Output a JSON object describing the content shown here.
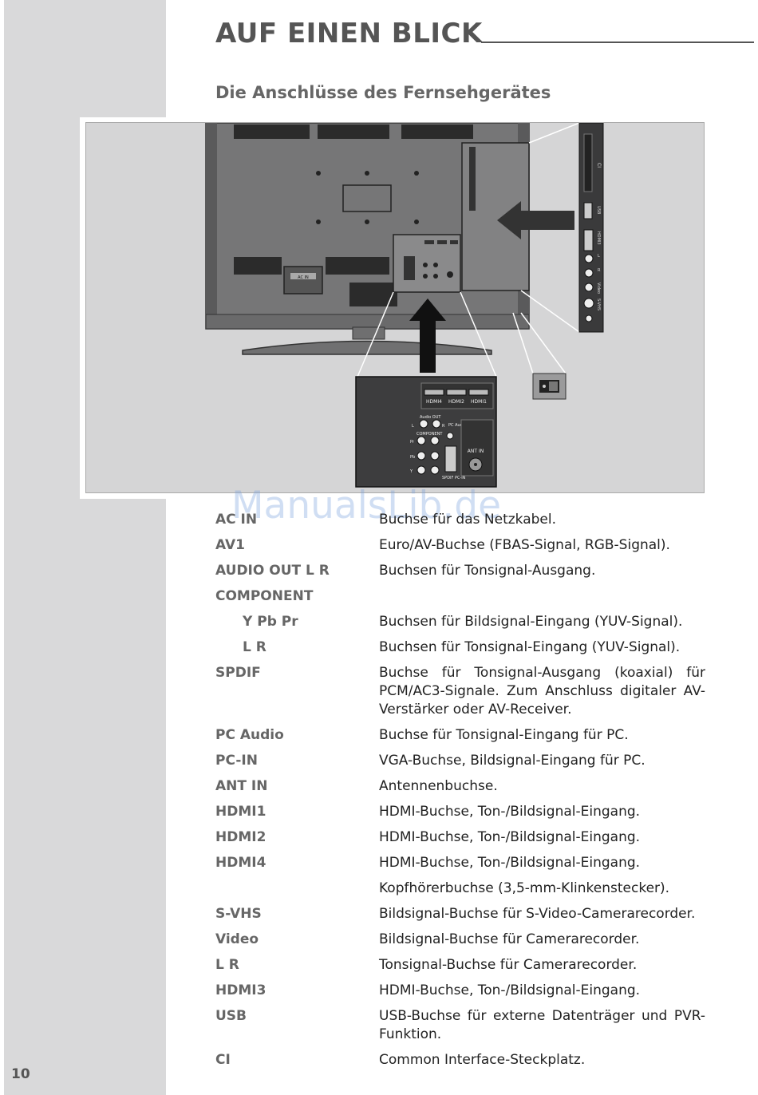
{
  "header": {
    "title": "AUF EINEN BLICK",
    "section_title": "Die Anschlüsse des Fernsehgerätes"
  },
  "page_number": "10",
  "watermark": "ManualsLib.de",
  "figure": {
    "labels": {
      "ac_in": "AC IN",
      "hdmi4": "HDMI4",
      "hdmi2": "HDMI2",
      "hdmi1": "HDMI1",
      "audio_out": "Audio OUT",
      "l": "L",
      "r": "R",
      "pc_audio": "PC Audio",
      "component": "COMPONENT",
      "pr": "Pr",
      "pb": "Pb",
      "y": "Y",
      "spdif": "SPDIF",
      "pc_in": "PC-IN",
      "ant_in": "ANT IN",
      "ci": "CI",
      "usb": "USB",
      "hdmi3": "HDMI3",
      "video": "Video",
      "svhs": "S-VHS"
    }
  },
  "connections": [
    {
      "term": "AC IN",
      "desc": "Buchse für das Netzkabel.",
      "indent": false
    },
    {
      "term": "AV1",
      "desc": "Euro/AV-Buchse (FBAS-Signal, RGB-Signal).",
      "indent": false
    },
    {
      "term": "AUDIO OUT L R",
      "desc": "Buchsen für Tonsignal-Ausgang.",
      "indent": false
    },
    {
      "term": "COMPONENT",
      "desc": "",
      "indent": false
    },
    {
      "term": "Y Pb Pr",
      "desc": "Buchsen für Bildsignal-Eingang (YUV-Signal).",
      "indent": true
    },
    {
      "term": "L  R",
      "desc": "Buchsen für Tonsignal-Eingang (YUV-Signal).",
      "indent": true
    },
    {
      "term": "SPDIF",
      "desc": "Buchse für Tonsignal-Ausgang (koaxial) für PCM/AC3-Signale. Zum Anschluss digitaler AV-Verstärker oder AV-Receiver.",
      "indent": false
    },
    {
      "term": "PC Audio",
      "desc": "Buchse für Tonsignal-Eingang für PC.",
      "indent": false
    },
    {
      "term": "PC-IN",
      "desc": "VGA-Buchse, Bildsignal-Eingang für PC.",
      "indent": false
    },
    {
      "term": "ANT IN",
      "desc": "Antennenbuchse.",
      "indent": false
    },
    {
      "term": "HDMI1",
      "desc": "HDMI-Buchse, Ton-/Bildsignal-Eingang.",
      "indent": false
    },
    {
      "term": "HDMI2",
      "desc": "HDMI-Buchse, Ton-/Bildsignal-Eingang.",
      "indent": false
    },
    {
      "term": "HDMI4",
      "desc": "HDMI-Buchse, Ton-/Bildsignal-Eingang.",
      "indent": false
    },
    {
      "term": "",
      "desc": "Kopfhörerbuchse (3,5-mm-Klinkenstecker).",
      "indent": false
    },
    {
      "term": "S-VHS",
      "desc": "Bildsignal-Buchse für S-Video-Camerarecorder.",
      "indent": false
    },
    {
      "term": "Video",
      "desc": "Bildsignal-Buchse für Camerarecorder.",
      "indent": false
    },
    {
      "term": "L  R",
      "desc": "Tonsignal-Buchse für Camerarecorder.",
      "indent": false
    },
    {
      "term": "HDMI3",
      "desc": "HDMI-Buchse, Ton-/Bildsignal-Eingang.",
      "indent": false
    },
    {
      "term": "USB",
      "desc": "USB-Buchse für externe Datenträger und PVR-Funktion.",
      "indent": false
    },
    {
      "term": "CI",
      "desc": "Common Interface-Steckplatz.",
      "indent": false
    }
  ]
}
